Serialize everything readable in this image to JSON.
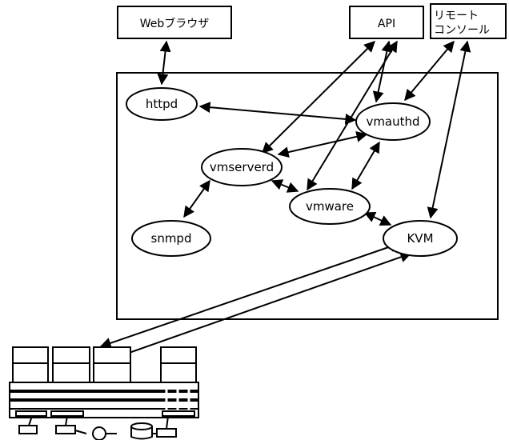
{
  "external": {
    "browser_label": "Webブラウザ",
    "api_label": "API",
    "remote_console_line1": "リモート",
    "remote_console_line2": "コンソール"
  },
  "processes": {
    "httpd": "httpd",
    "vmauthd": "vmauthd",
    "vmserverd": "vmserverd",
    "vmware": "vmware",
    "snmpd": "snmpd",
    "kvm": "KVM"
  },
  "colors": {
    "stroke": "#000000",
    "background": "#ffffff"
  }
}
